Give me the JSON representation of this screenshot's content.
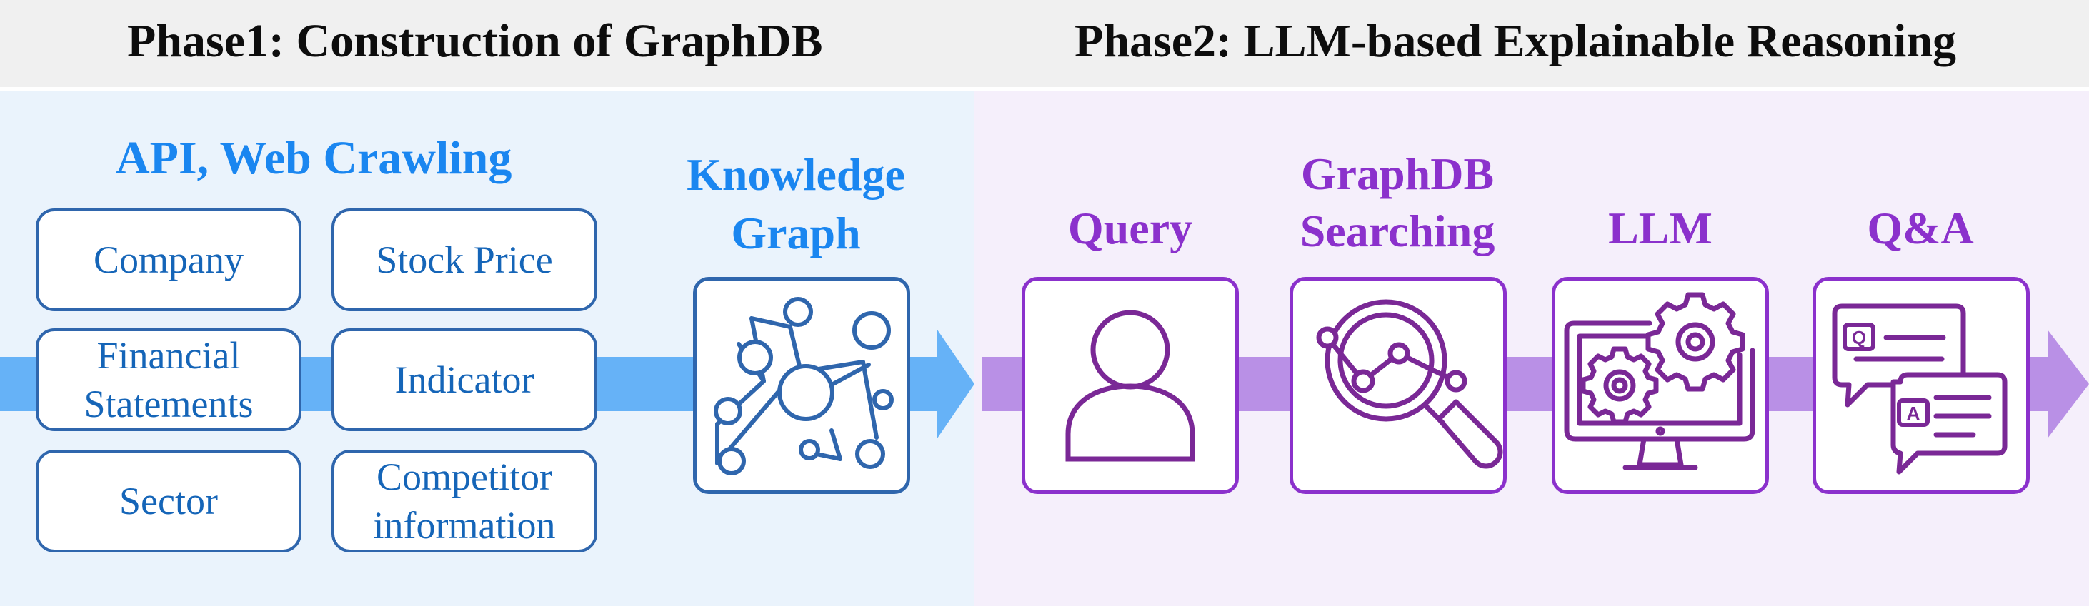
{
  "header": {
    "phase1_title": "Phase1: Construction of GraphDB",
    "phase2_title": "Phase2: LLM-based Explainable Reasoning"
  },
  "phase1": {
    "source_title": "API, Web Crawling",
    "sources": [
      "Company",
      "Stock Price",
      "Financial\nStatements",
      "Indicator",
      "Sector",
      "Competitor\ninformation"
    ],
    "knowledge_graph_label": "Knowledge\nGraph"
  },
  "phase2": {
    "steps": [
      {
        "label": "Query",
        "icon": "person-icon"
      },
      {
        "label": "GraphDB\nSearching",
        "icon": "magnifier-graph-icon"
      },
      {
        "label": "LLM",
        "icon": "monitor-gears-icon"
      },
      {
        "label": "Q&A",
        "icon": "chat-bubbles-icon"
      }
    ]
  },
  "colors": {
    "phase1_accent": "#1a86f0",
    "phase2_accent": "#8b31cc",
    "box_border_blue": "#2f66ad",
    "arrow_blue": "#66b2f7",
    "arrow_purple": "#b990e6"
  }
}
